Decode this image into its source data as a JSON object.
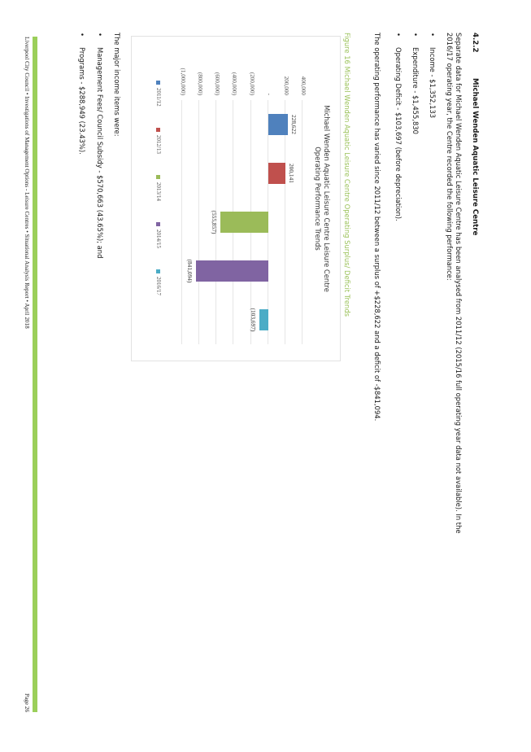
{
  "section": {
    "number": "4.2.2",
    "title": "Michael Wenden Aquatic Leisure Centre"
  },
  "intro": [
    "Separate data for Michael Wenden Aquatic Leisure Centre has been analysed from 2011/12 (2015/16 full operating year data not available).  In the",
    "2016/17 operating year, the Centre recorded the following performance:"
  ],
  "performance_items": [
    "Income - $1,352,133",
    "Expenditure - $1,455,830",
    "Operating Deficit - $103,697 (before depreciation)."
  ],
  "trend_sentence": "The operating performance has varied since 2011/12 between a surplus of +$228,622 and a deficit of -$841,094.",
  "figure_caption": "Figure 16 Michael Wenden Aquatic Leisure Centre Operating Surplus/ Deficit Trends",
  "chart_data": {
    "type": "bar",
    "title": [
      "Michael Wenden Aquatic Leisure Centre Leisure Centre",
      "Operating Performance Trends"
    ],
    "categories": [
      "2011/12",
      "2012/13",
      "2013/14",
      "2014/15",
      "2016/17"
    ],
    "values": [
      228622,
      200141,
      -555857,
      -841094,
      -103697
    ],
    "data_labels": [
      "228,622",
      "200,141",
      "(555,857)",
      "(841,094)",
      "(103,697)"
    ],
    "colors": [
      "#4f81bd",
      "#c0504d",
      "#9bbb59",
      "#8064a2",
      "#4bacc6"
    ],
    "ylim": [
      -1000000,
      400000
    ],
    "yticks": [
      400000,
      200000,
      0,
      -200000,
      -400000,
      -600000,
      -800000,
      -1000000
    ],
    "ytick_labels": [
      "400,000",
      "200,000",
      "-",
      "(200,000)",
      "(400,000)",
      "(600,000)",
      "(800,000)",
      "(1,000,000)"
    ],
    "legend_position": "bottom",
    "grid": true
  },
  "income_heading": "The major income items were:",
  "income_items": [
    "Management Fees/ Council Subsidy - $570,663 (43.65%); and",
    "Programs - $288,949 (23.43%)."
  ],
  "bullet_glyph": "•",
  "footer": {
    "text": "Liverpool City Council • Investigations of Management Options - Leisure Centres • Situational Analysis Report • April 2018",
    "page": "Page 26"
  },
  "colors": {
    "accent_green": "#9bcf5a",
    "caption_green": "#9bc25a"
  }
}
